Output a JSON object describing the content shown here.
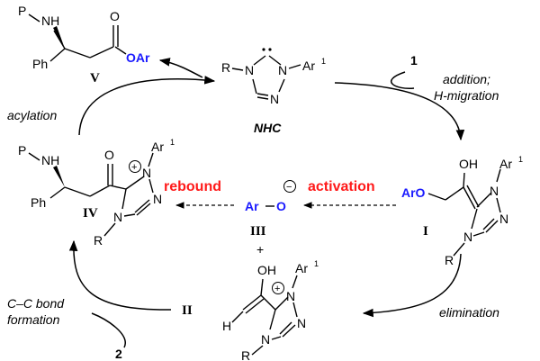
{
  "catalyst": {
    "label": "NHC"
  },
  "compounds": {
    "V": "V",
    "IV": "IV",
    "III": "III",
    "II": "II",
    "I": "I",
    "reagent1": "1",
    "reagent2": "2"
  },
  "steps": {
    "addition": "addition;",
    "h_migration": "H-migration",
    "acylation": "acylation",
    "activation": "activation",
    "rebound": "rebound",
    "elimination": "elimination",
    "cc_bond_line1": "C–C bond",
    "cc_bond_line2": "formation"
  },
  "atoms": {
    "P": "P",
    "NH": "NH",
    "Ph": "Ph",
    "O": "O",
    "OH": "OH",
    "OAr": "OAr",
    "ArO": "ArO",
    "R": "R",
    "N": "N",
    "Ar1": "Ar",
    "sup1": "1",
    "H": "H",
    "ArO_anion_Ar": "Ar",
    "ArO_anion_O": "O",
    "plus": "+",
    "minus": "−",
    "charge_plus": "+"
  },
  "colors": {
    "blue": "#1a1aff",
    "red": "#ff1a1a"
  }
}
